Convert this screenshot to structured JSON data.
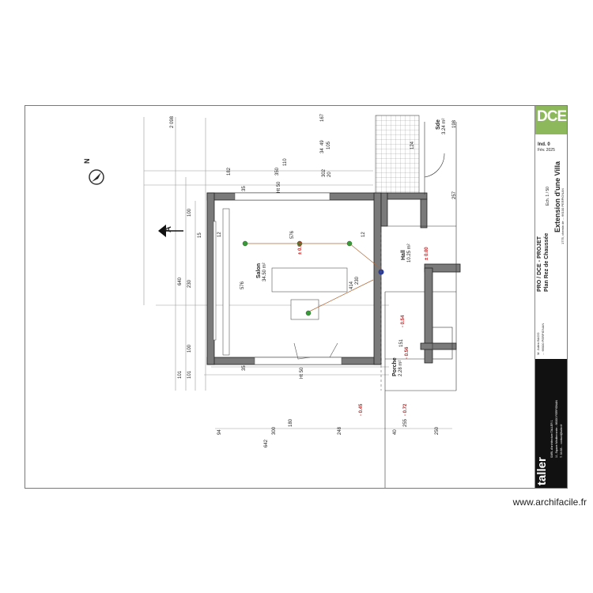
{
  "watermark": "www.archifacile.fr",
  "cartouche": {
    "badge": "DCE",
    "index": "Ind. 0",
    "date": "Fév. 2025",
    "scale": "Ech. 1 / 50",
    "project": "Extension d'une Villa",
    "phase": "PRO / DCE  -  PROJET",
    "plan": "Plan Rez de Chaussée",
    "address_line": "1775, chemin de ... 66100 PERPIGNAN",
    "client_line1": "M. Julien BACO",
    "client_line2": "... 66000 PERPIGNAN",
    "agency_name": "taller",
    "agency_line1": "SARL d'architecture TALLER 1",
    "agency_line2": "11, Square Méditerranée - 66000 PERPIGNAN",
    "agency_line3": "T. 04.68.... contact@taller.fr"
  },
  "rooms": {
    "salon": {
      "name": "Salon",
      "area": "34.50 m²"
    },
    "hall": {
      "name": "Hall",
      "area": "10.25 m²"
    },
    "porche": {
      "name": "Porche",
      "area": "2.28 m²"
    },
    "sde": {
      "name": "Sde",
      "area": "3.24 m²"
    }
  },
  "levels": {
    "salon": "± 0.00",
    "hall": "± 0.00",
    "p054": "- 0.54",
    "p056": "- 0.56",
    "p045": "- 0.45",
    "p072": "- 0.72"
  },
  "section_label": "A",
  "north_label": "N",
  "dims": {
    "d2098": "2 098",
    "d167": "167",
    "d182": "182",
    "d350": "350",
    "d110": "110",
    "d302": "302",
    "d20": "20",
    "d34": "34",
    "d49": "49",
    "d105": "105",
    "d198": "198",
    "d124": "124",
    "d257": "257",
    "d640": "640",
    "d230": "230",
    "d100a": "100",
    "d100b": "100",
    "d101a": "101",
    "d101b": "101",
    "d15": "15",
    "d35a": "35",
    "d35b": "35",
    "d12a": "12",
    "d12b": "12",
    "d576a": "576",
    "d576b": "576",
    "d414": "414",
    "d230b": "230",
    "d151": "151",
    "d50a": "Ht 50",
    "d50b": "Ht 50",
    "d642": "642",
    "d300": "300",
    "d248": "248",
    "d94": "94",
    "d180": "180",
    "d40": "40",
    "d255": "255",
    "d250": "250"
  }
}
